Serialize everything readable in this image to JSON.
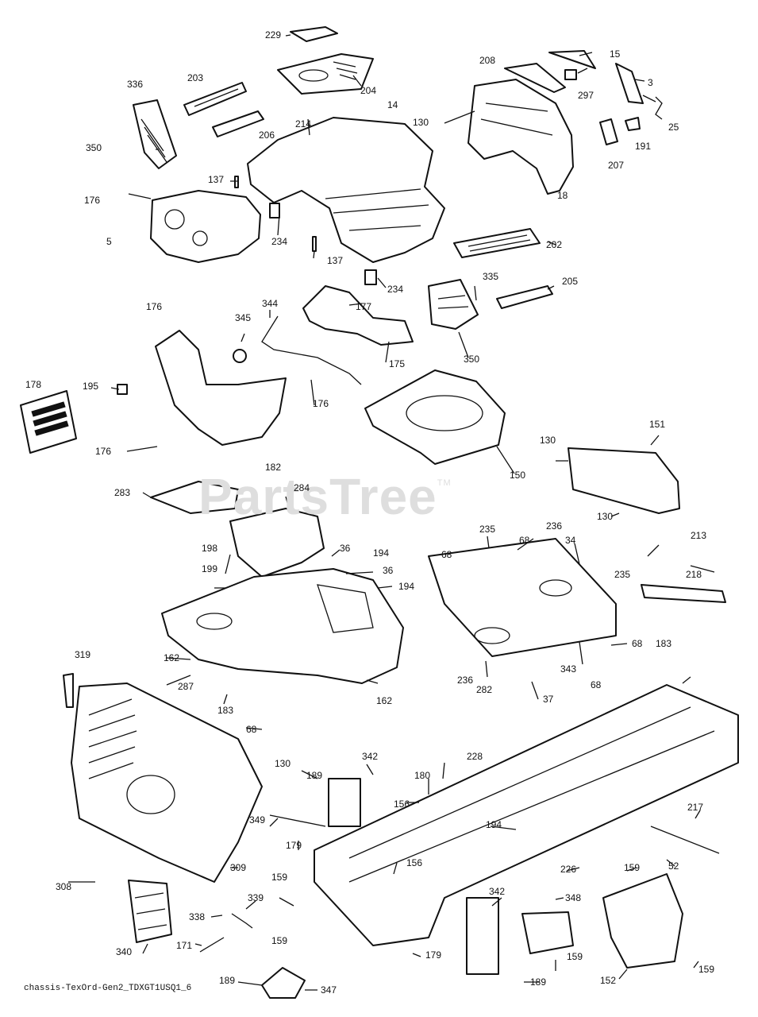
{
  "watermark": {
    "text": "PartsTree",
    "mark": "TM"
  },
  "footer_code": "chassis-TexOrd-Gen2_TDXGT1USQ1_6",
  "callouts": [
    "229",
    "15",
    "208",
    "336",
    "203",
    "204",
    "3",
    "297",
    "130",
    "214",
    "14",
    "25",
    "206",
    "191",
    "350",
    "207",
    "137",
    "176",
    "18",
    "5",
    "234",
    "202",
    "137",
    "335",
    "234",
    "205",
    "344",
    "177",
    "176",
    "345",
    "350",
    "175",
    "178",
    "195",
    "176",
    "176",
    "182",
    "150",
    "130",
    "151",
    "283",
    "284",
    "130",
    "235",
    "236",
    "68",
    "34",
    "36",
    "194",
    "198",
    "213",
    "68",
    "36",
    "218",
    "199",
    "235",
    "194",
    "162",
    "68",
    "287",
    "183",
    "236",
    "343",
    "68",
    "282",
    "183",
    "37",
    "162",
    "68",
    "319",
    "342",
    "228",
    "130",
    "189",
    "180",
    "156",
    "217",
    "349",
    "194",
    "179",
    "309",
    "156",
    "226",
    "52",
    "159",
    "159",
    "308",
    "342",
    "348",
    "338",
    "339",
    "159",
    "171",
    "179",
    "152",
    "159",
    "340",
    "189",
    "159",
    "189",
    "347"
  ]
}
